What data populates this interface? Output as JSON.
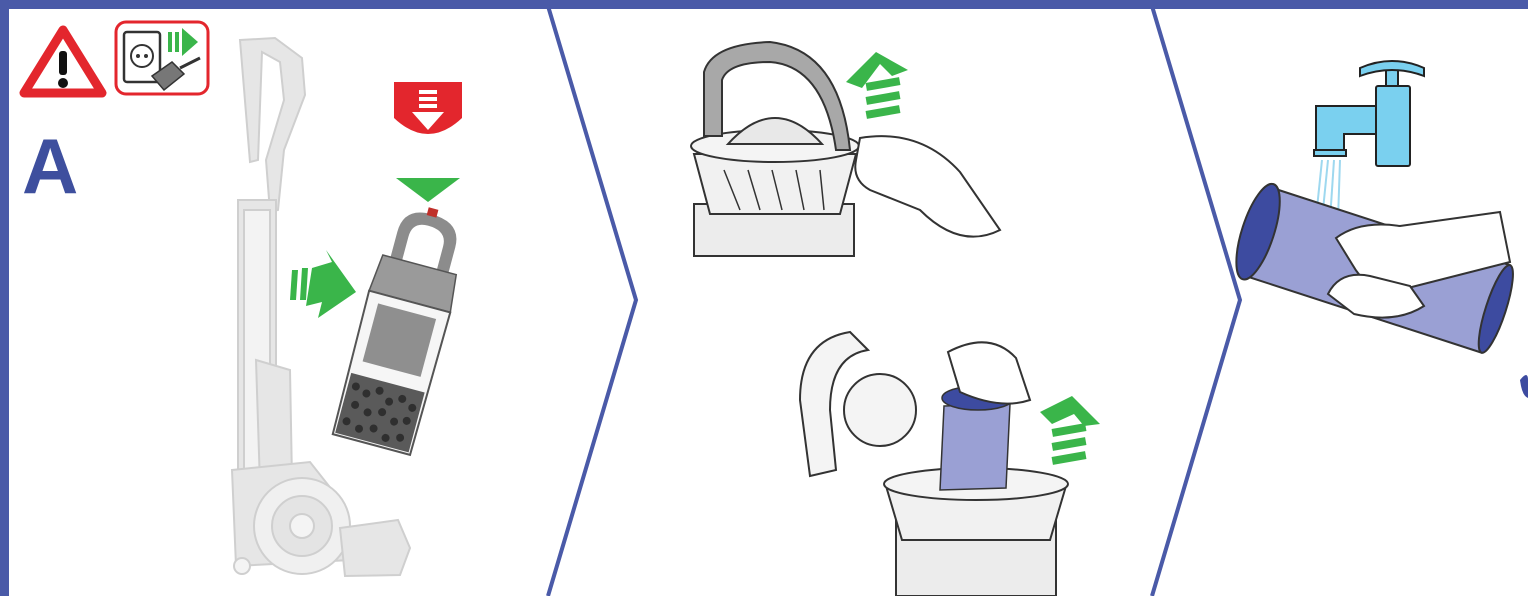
{
  "step": {
    "letter": "A"
  },
  "colors": {
    "frame_blue": "#4a5aa8",
    "letter_blue": "#3e4f9e",
    "warning_red": "#e3262d",
    "arrow_green": "#3ab54a",
    "filter_purple": "#9aa0d4",
    "filter_rim": "#3d4ba0",
    "tap_blue": "#7ad0ef",
    "machine_gray": "#e3e3e3",
    "bin_gray": "#8c8c8c"
  },
  "icons": [
    "warning-triangle-icon",
    "unplug-power-icon",
    "press-down-red-icon",
    "green-arrow-icon",
    "water-tap-icon"
  ],
  "panels": [
    {
      "id": "remove-bin",
      "content": "vacuum-with-bin-detached"
    },
    {
      "id": "open-cyclone",
      "content": "lift-lid-and-remove-filter"
    },
    {
      "id": "wash-filter",
      "content": "rinse-filter-under-tap"
    }
  ]
}
